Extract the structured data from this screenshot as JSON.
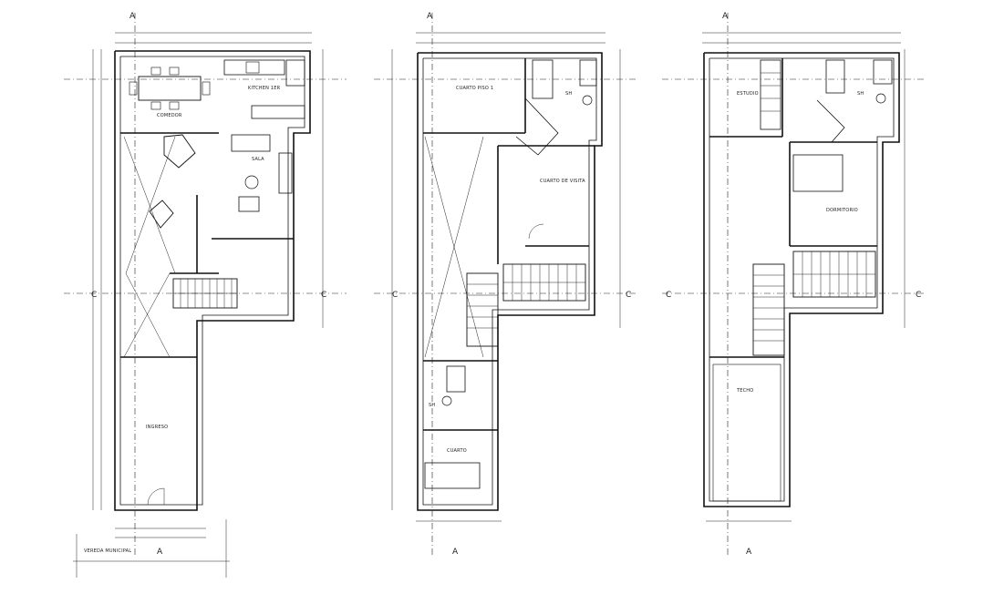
{
  "plan_1": {
    "rooms": {
      "comedor": "COMEDOR",
      "kitchen": "KITCHEN 1ER",
      "sala": "SALA",
      "garage": "INGRESO",
      "street": "VEREDA MUNICIPAL"
    }
  },
  "plan_2": {
    "rooms": {
      "bedroom_1": "CUARTO PISO 1",
      "bathroom": "SH",
      "bedroom_2": "CUARTO DE VISITA",
      "bathroom_lower": "SH",
      "bedroom_lower": "CUARTO"
    }
  },
  "plan_3": {
    "rooms": {
      "study": "ESTUDIO",
      "bathroom": "SH",
      "bedroom": "DORMITORIO",
      "terrace": "TECHO"
    }
  },
  "section_marks": {
    "a": "A",
    "c": "C"
  },
  "colors": {
    "line": "#111111",
    "background": "#ffffff"
  }
}
